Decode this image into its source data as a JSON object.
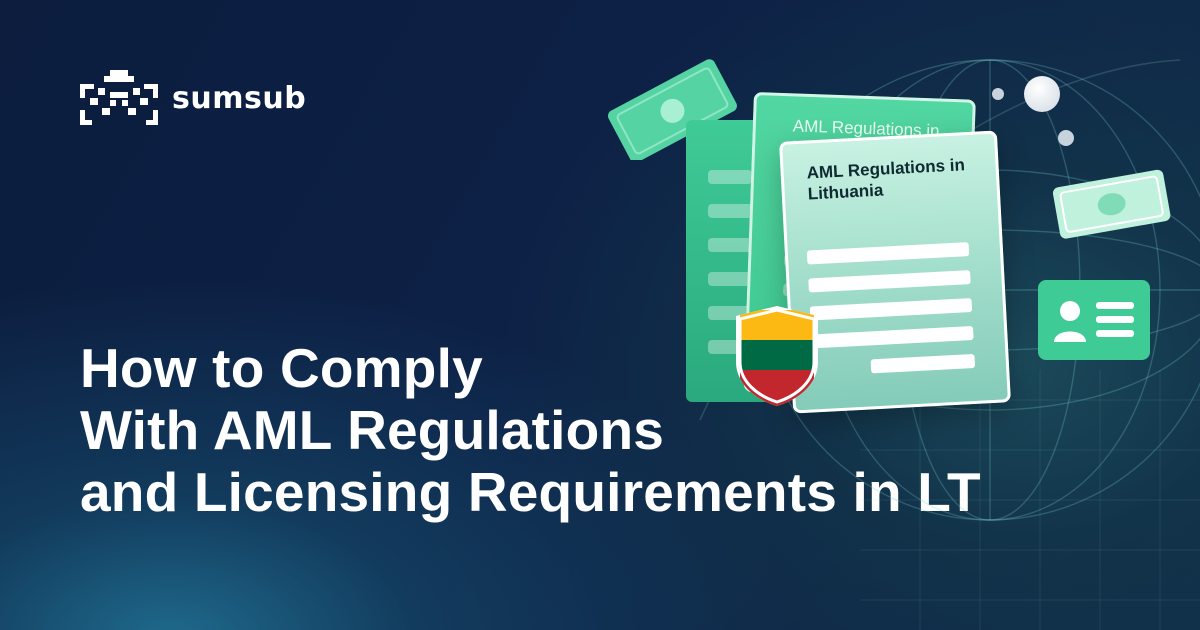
{
  "brand": {
    "name": "sumsub",
    "mark_icon": "sumsub-pixel-logo-icon",
    "colors": {
      "accent": "#3ec690",
      "background": "#0d2146",
      "text": "#ffffff"
    }
  },
  "headline": {
    "line1": "How to Comply",
    "line2": "With AML Regulations",
    "line3": "and Licensing Requirements in LT"
  },
  "illustration": {
    "doc_back_title": "AML Regulations in Lithuania",
    "doc_front_title": "AML Regulations in Lithuania",
    "flag_colors": [
      "#fdb913",
      "#006a44",
      "#c1272d"
    ],
    "icons": [
      "banknote-icon",
      "banknote-icon",
      "id-card-icon",
      "lithuania-flag-shield-icon",
      "globe-grid-icon"
    ]
  }
}
